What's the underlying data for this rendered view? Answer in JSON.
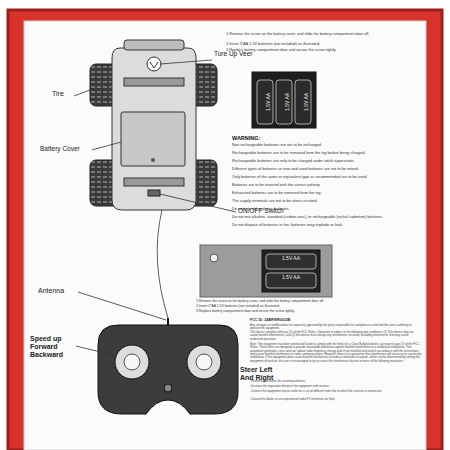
{
  "diagram": {
    "labels": [
      "Tire",
      "Ture Up Veer",
      "Battery Cover",
      "ON/OFF Switch",
      "Antenna",
      "Speed up Forward Backward",
      "Steer Left And Right",
      "1.Remove the screw on the battery cover, and slide the battery compartment door off.",
      "2.Insert 3*AA 1.5V batteries (not included) as illustrated.",
      "3.Replace battery compartment door and secure the screw tightly.",
      "1.5V AA",
      "1.5V AA",
      "1.5V AA",
      "WARNING:",
      "Non-rechargeable batteries are not to be recharged.",
      "Rechargeable batteries are to be removed from the toy before being charged.",
      "Rechargeable batteries are only to be charged under adult supervision.",
      "Different types of batteries or new and used batteries are not to be mixed.",
      "Only batteries of the same or equivalent type as recommended are to be used.",
      "Batteries are to be inserted with the correct polarity.",
      "Exhausted batteries are to be removed from the toy.",
      "The supply terminals are not to be short-circuited.",
      "Do not mix old and new batteries.",
      "Do not mix alkaline, standard (carbon-zinc), or rechargeable (nickel-cadmium) batteries.",
      "Do not dispose of batteries in fire, batteries may explode or leak.",
      "1.5V AA",
      "1.5V AA",
      "1.Remove the screw on the battery cover, and slide the battery compartment door off.",
      "2.Insert 2*AA 1.5V batteries (not included) as illustrated.",
      "3.Replace battery compartment door and secure the screw tightly.",
      "FCC ID: 2ABRWR0032B",
      "Any changes or modifications not expressly approved by the party responsible for compliance could void the user's authority to operate the equipment.",
      "This device complies with part 15 of the FCC Rules. Operation is subject to the following two conditions: (1) This device may not cause harmful interference, and (2) this device must accept any interference received, including interference that may cause undesired operation.",
      "Note: This equipment has been tested and found to comply with the limits for a Class B digital device, pursuant to part 15 of the FCC Rules. These limits are designed to provide reasonable protection against harmful interference in a residential installation. This equipment generates, uses and can radiate radio frequency energy and, if not installed and used in accordance with the instructions, may cause harmful interference to radio communications. However, there is no guarantee that interference will not occur in a particular installation. If this equipment does cause harmful interference to radio or television reception, which can be determined by turning the equipment off and on, the user is encouraged to try to correct the interference by one or more of the following measures:",
      "-Reorient or relocate the receiving antenna.",
      "-Increase the separation between the equipment and receiver.",
      "-Connect the equipment into an outlet on a circuit different from that to which the receiver is connected.",
      "-Consult the dealer or an experienced radio/TV technician for help."
    ]
  }
}
